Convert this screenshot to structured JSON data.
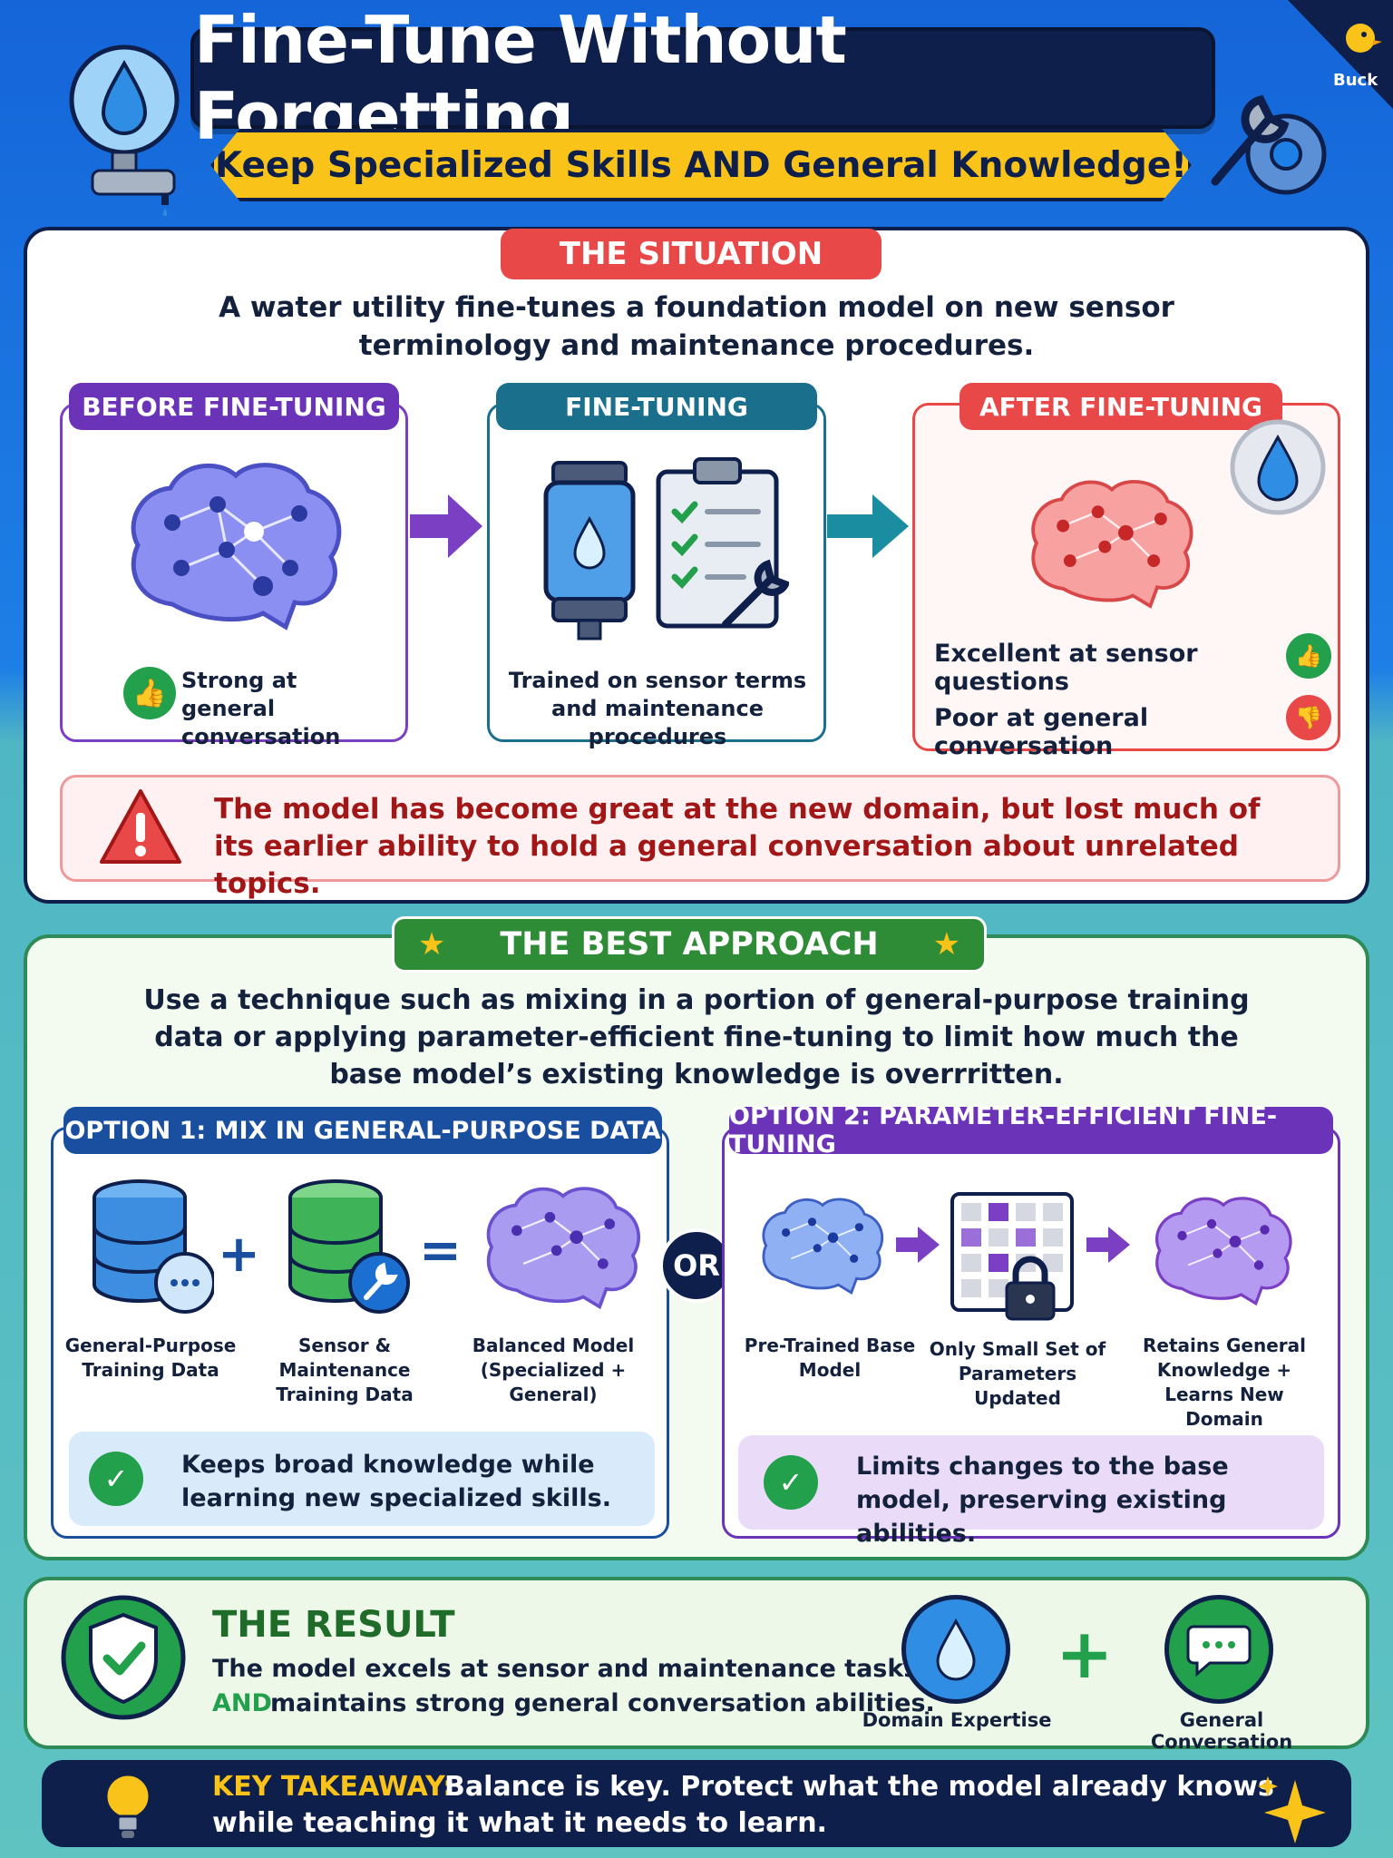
{
  "header": {
    "title": "Fine-Tune Without Forgetting",
    "subtitle": "Keep Specialized Skills AND General Knowledge!",
    "badge_text": "Buck"
  },
  "situation": {
    "label": "THE SITUATION",
    "description": "A water utility fine-tunes a foundation model on new sensor terminology and maintenance procedures.",
    "before": {
      "label": "BEFORE FINE-TUNING",
      "caption": "Strong at general conversation"
    },
    "finetuning": {
      "label": "FINE-TUNING",
      "caption": "Trained on sensor terms and maintenance procedures"
    },
    "after": {
      "label": "AFTER FINE-TUNING",
      "good": "Excellent at sensor questions",
      "bad": "Poor at general conversation"
    },
    "warning": "The model has become great at the new domain, but lost much of its earlier ability to hold a general conversation about unrelated topics."
  },
  "approach": {
    "label": "THE BEST APPROACH",
    "description": "Use a technique such as mixing in a portion of general-purpose training data or applying parameter-efficient fine-tuning to limit how much the base model’s existing knowledge is overrritten.",
    "or_label": "OR",
    "option1": {
      "label": "OPTION 1: MIX IN GENERAL-PURPOSE DATA",
      "items": [
        "General-Purpose Training Data",
        "Sensor & Maintenance Training Data",
        "Balanced Model (Specialized + General)"
      ],
      "result": "Keeps broad knowledge while learning new specialized skills."
    },
    "option2": {
      "label": "OPTION 2: PARAMETER-EFFICIENT FINE-TUNING",
      "items": [
        "Pre-Trained Base Model",
        "Only Small Set of Parameters Updated",
        "Retains General Knowledge + Learns New Domain"
      ],
      "result": "Limits changes to the base model, preserving existing abilities."
    }
  },
  "result": {
    "title": "THE RESULT",
    "line1": "The model excels at sensor and maintenance tasks",
    "and_word": "AND",
    "line2": "maintains strong general conversation abilities.",
    "domain_label": "Domain Expertise",
    "conversation_label": "General Conversation"
  },
  "takeaway": {
    "label": "KEY TAKEAWAY:",
    "line1": "Balance is key. Protect what the model already knows",
    "line2": "while teaching it what it needs to learn."
  },
  "colors": {
    "navy": "#0d1f4a",
    "red": "#e94848",
    "purple": "#6b34b8",
    "teal": "#1a6f8c",
    "green": "#22a04b",
    "yellow": "#f9c31a",
    "blue": "#1a4fa0"
  }
}
